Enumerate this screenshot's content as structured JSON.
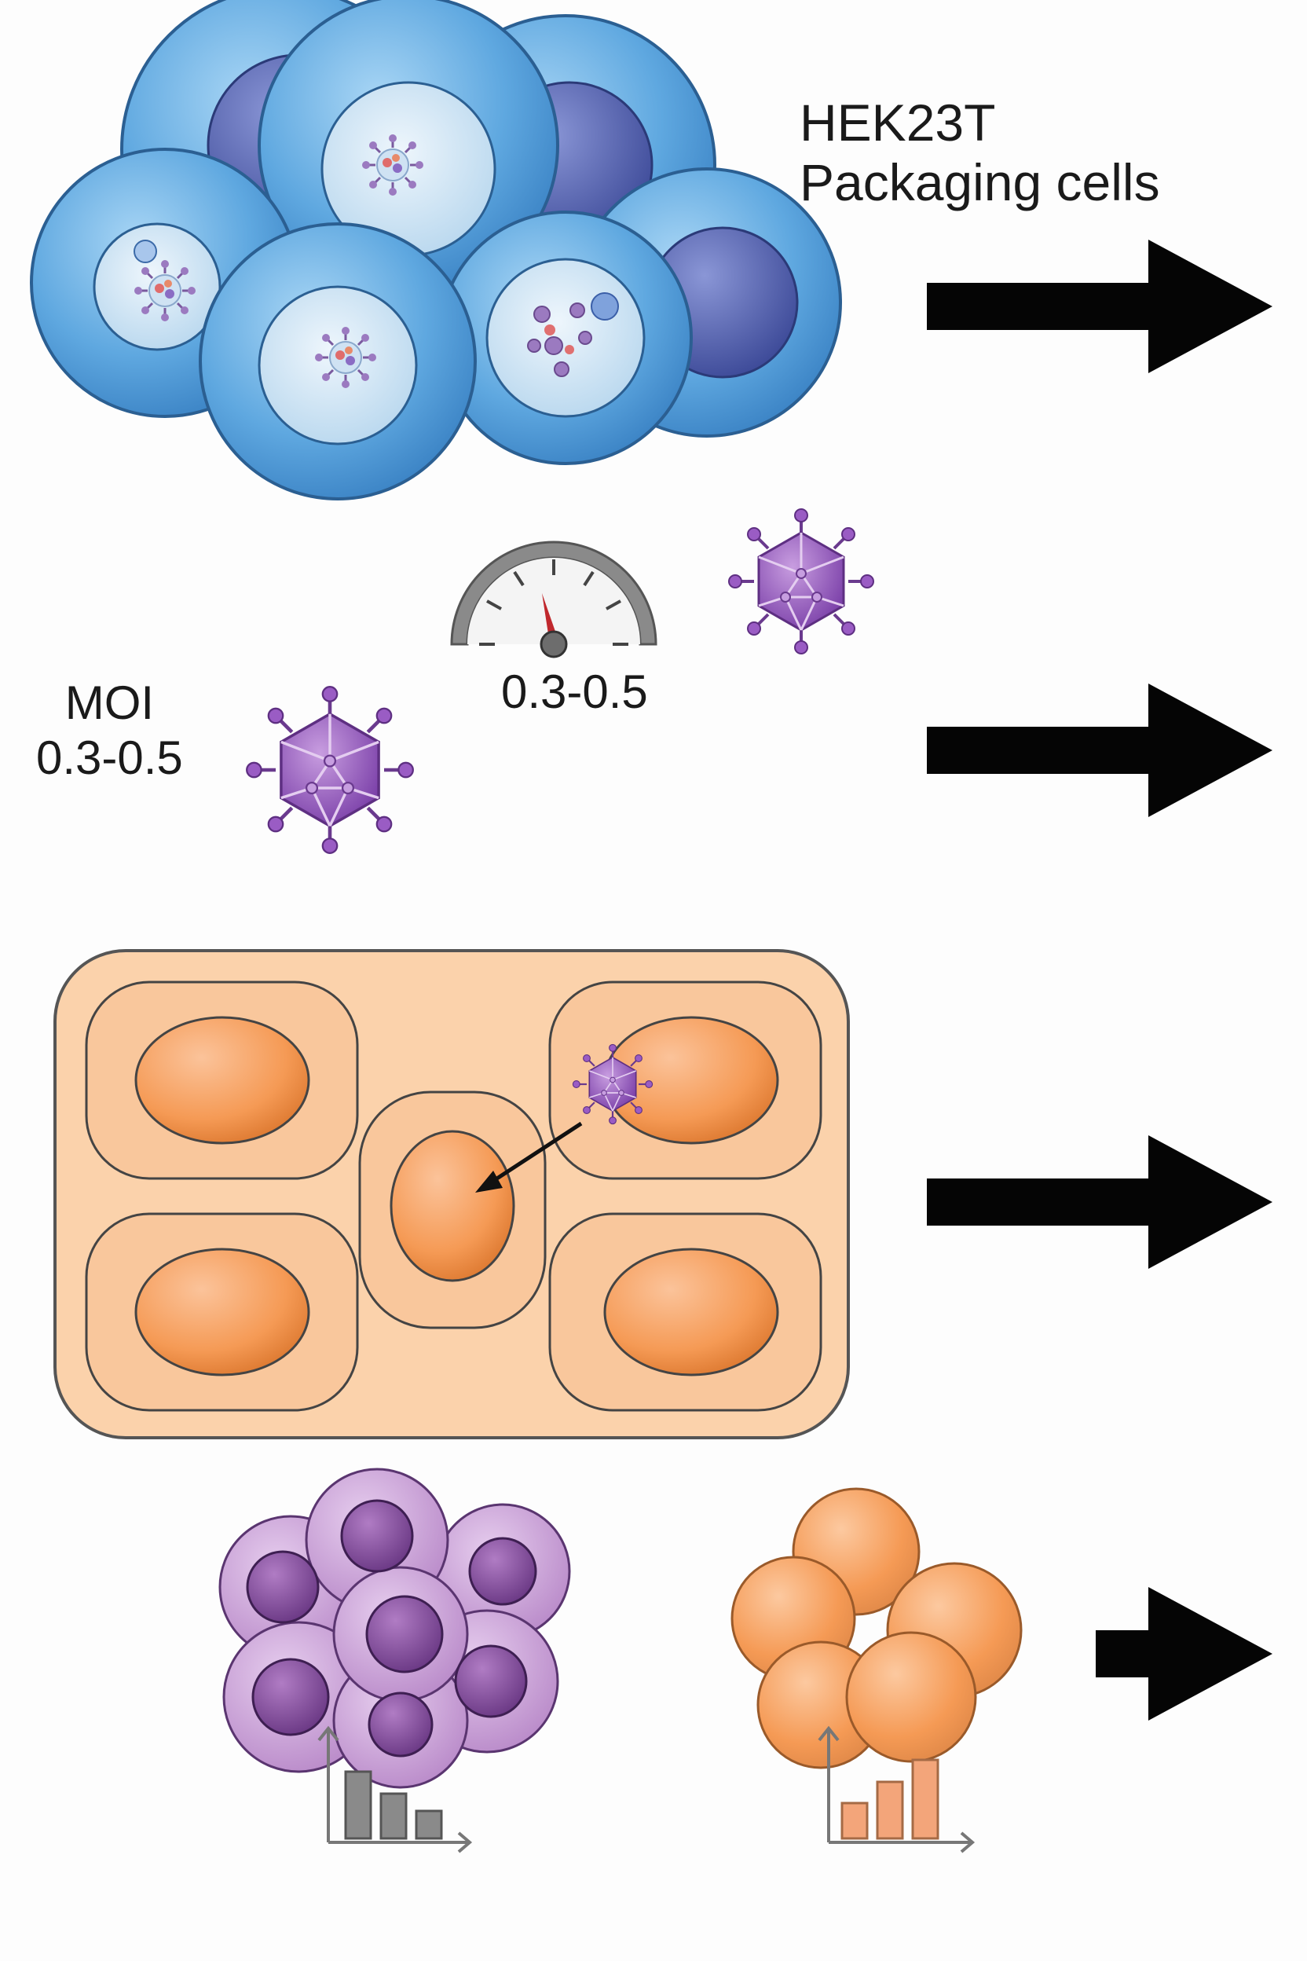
{
  "packaging": {
    "line1": "HEK23T",
    "line2": "Packaging cells"
  },
  "moi": {
    "title": "MOI",
    "range": "0.3-0.5"
  },
  "gauge": {
    "range_label": "0.3-0.5"
  },
  "colors": {
    "cell_blue": "#5fa8e0",
    "nucleus_blue": "#4a5aa8",
    "virus_purple": "#8a4fb5",
    "target_orange": "#f59a55",
    "sheet_peach": "#fbd2ab",
    "purple_cell": "#b98ac9",
    "arrow_black": "#050505",
    "bar_grey": "#8a8a8a",
    "bar_orange": "#f3a57a"
  },
  "charts": {
    "left": {
      "bars": [
        "tall",
        "medium",
        "short"
      ],
      "trend": "decreasing"
    },
    "right": {
      "bars": [
        "short",
        "medium",
        "tall"
      ],
      "trend": "increasing"
    }
  }
}
